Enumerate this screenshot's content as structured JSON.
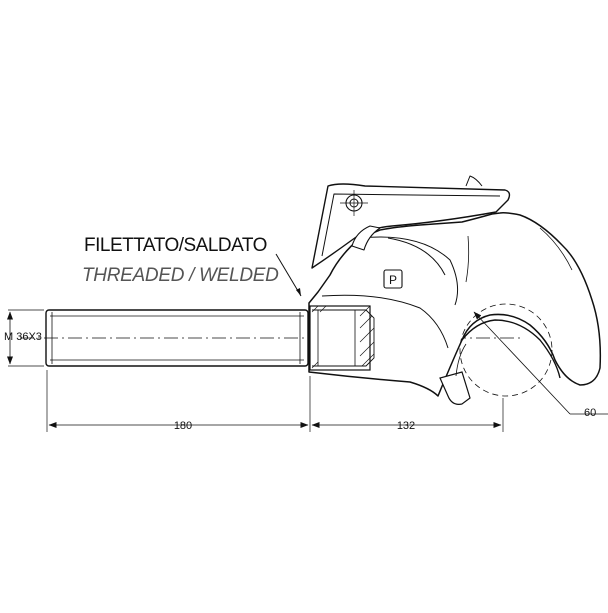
{
  "labels": {
    "title_it": "FILETTATO/SALDATO",
    "title_en": "THREADED / WELDED",
    "thread_size": "M 36X3",
    "shank_length": "180",
    "hook_length": "132",
    "hook_radius": "60",
    "badge": "P"
  },
  "colors": {
    "stroke": "#111111",
    "secondary_text": "#555555",
    "background": "#ffffff"
  }
}
